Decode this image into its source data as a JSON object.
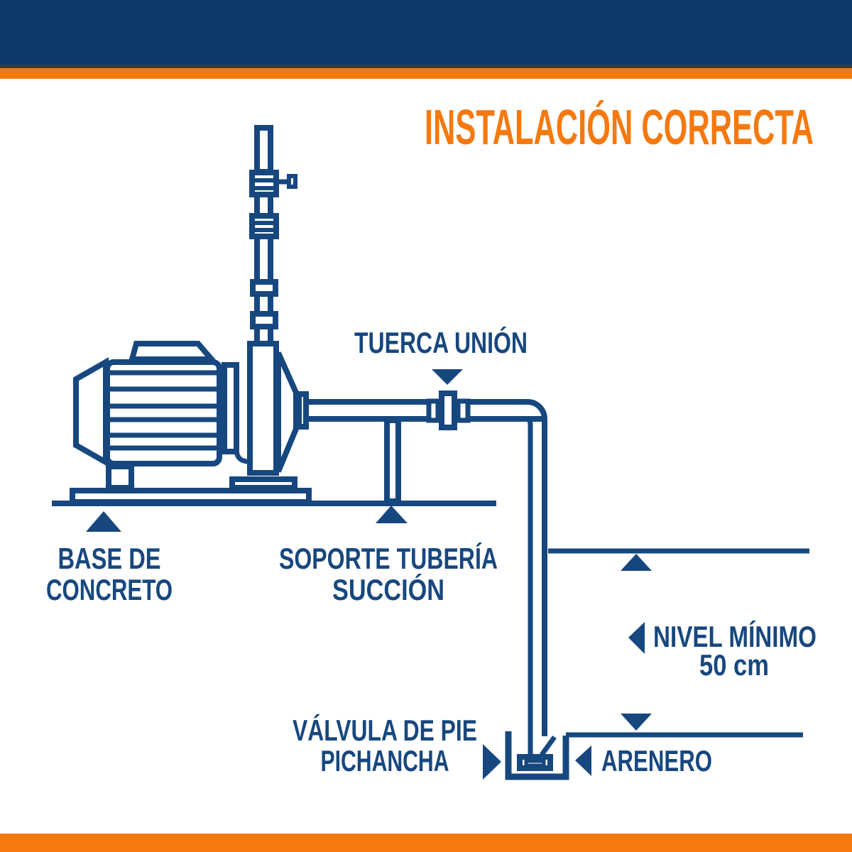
{
  "title": "INSTALACIÓN CORRECTA",
  "colors": {
    "navy_bar": "#0D3A6B",
    "dark_strip": "#3A3A3A",
    "orange": "#F5790F",
    "line_navy": "#17477F"
  },
  "labels": {
    "tuerca_union": "TUERCA UNIÓN",
    "base_line1": "BASE DE",
    "base_line2": "CONCRETO",
    "soporte_line1": "SOPORTE TUBERÍA",
    "soporte_line2": "SUCCIÓN",
    "nivel_line1": "NIVEL MÍNIMO",
    "nivel_line2": "50 cm",
    "valvula_line1": "VÁLVULA DE PIE",
    "valvula_line2": "PICHANCHA",
    "arenero": "ARENERO"
  }
}
